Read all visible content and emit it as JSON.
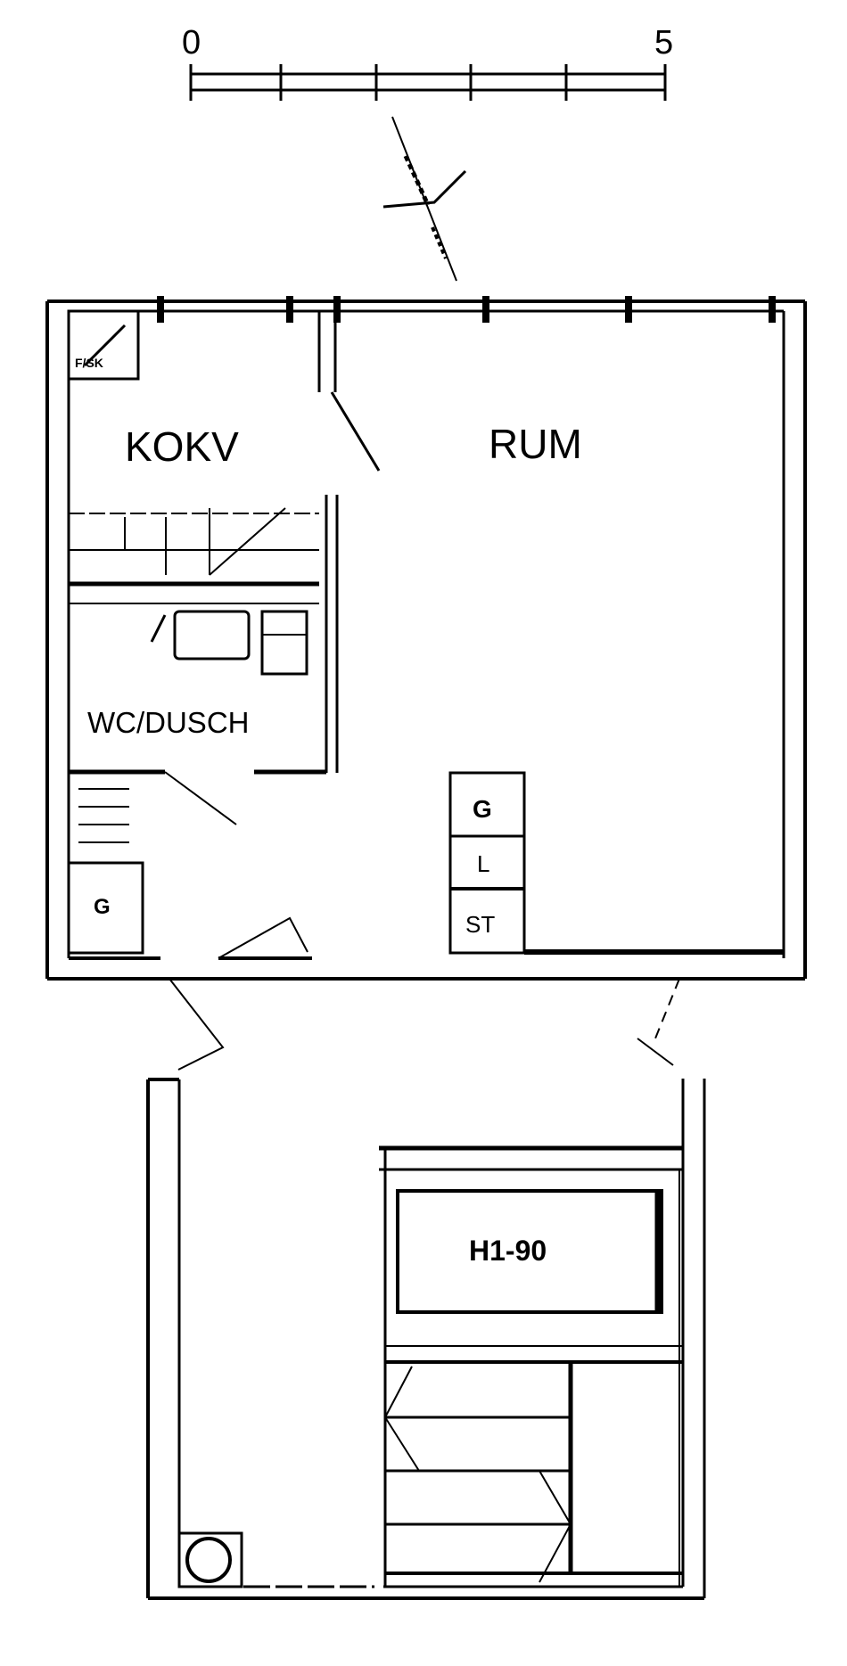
{
  "scale_bar": {
    "start_label": "0",
    "end_label": "5"
  },
  "rooms": {
    "kitchen": "KOKV",
    "living": "RUM",
    "bathroom": "WC/DUSCH"
  },
  "fixtures": {
    "kitchen_corner": "F/SK",
    "closet_g_right": "G",
    "closet_l": "L",
    "closet_st": "ST",
    "closet_g_left": "G",
    "loft_bed": "H1-90"
  },
  "colors": {
    "ink": "#000000",
    "paper": "#ffffff"
  }
}
